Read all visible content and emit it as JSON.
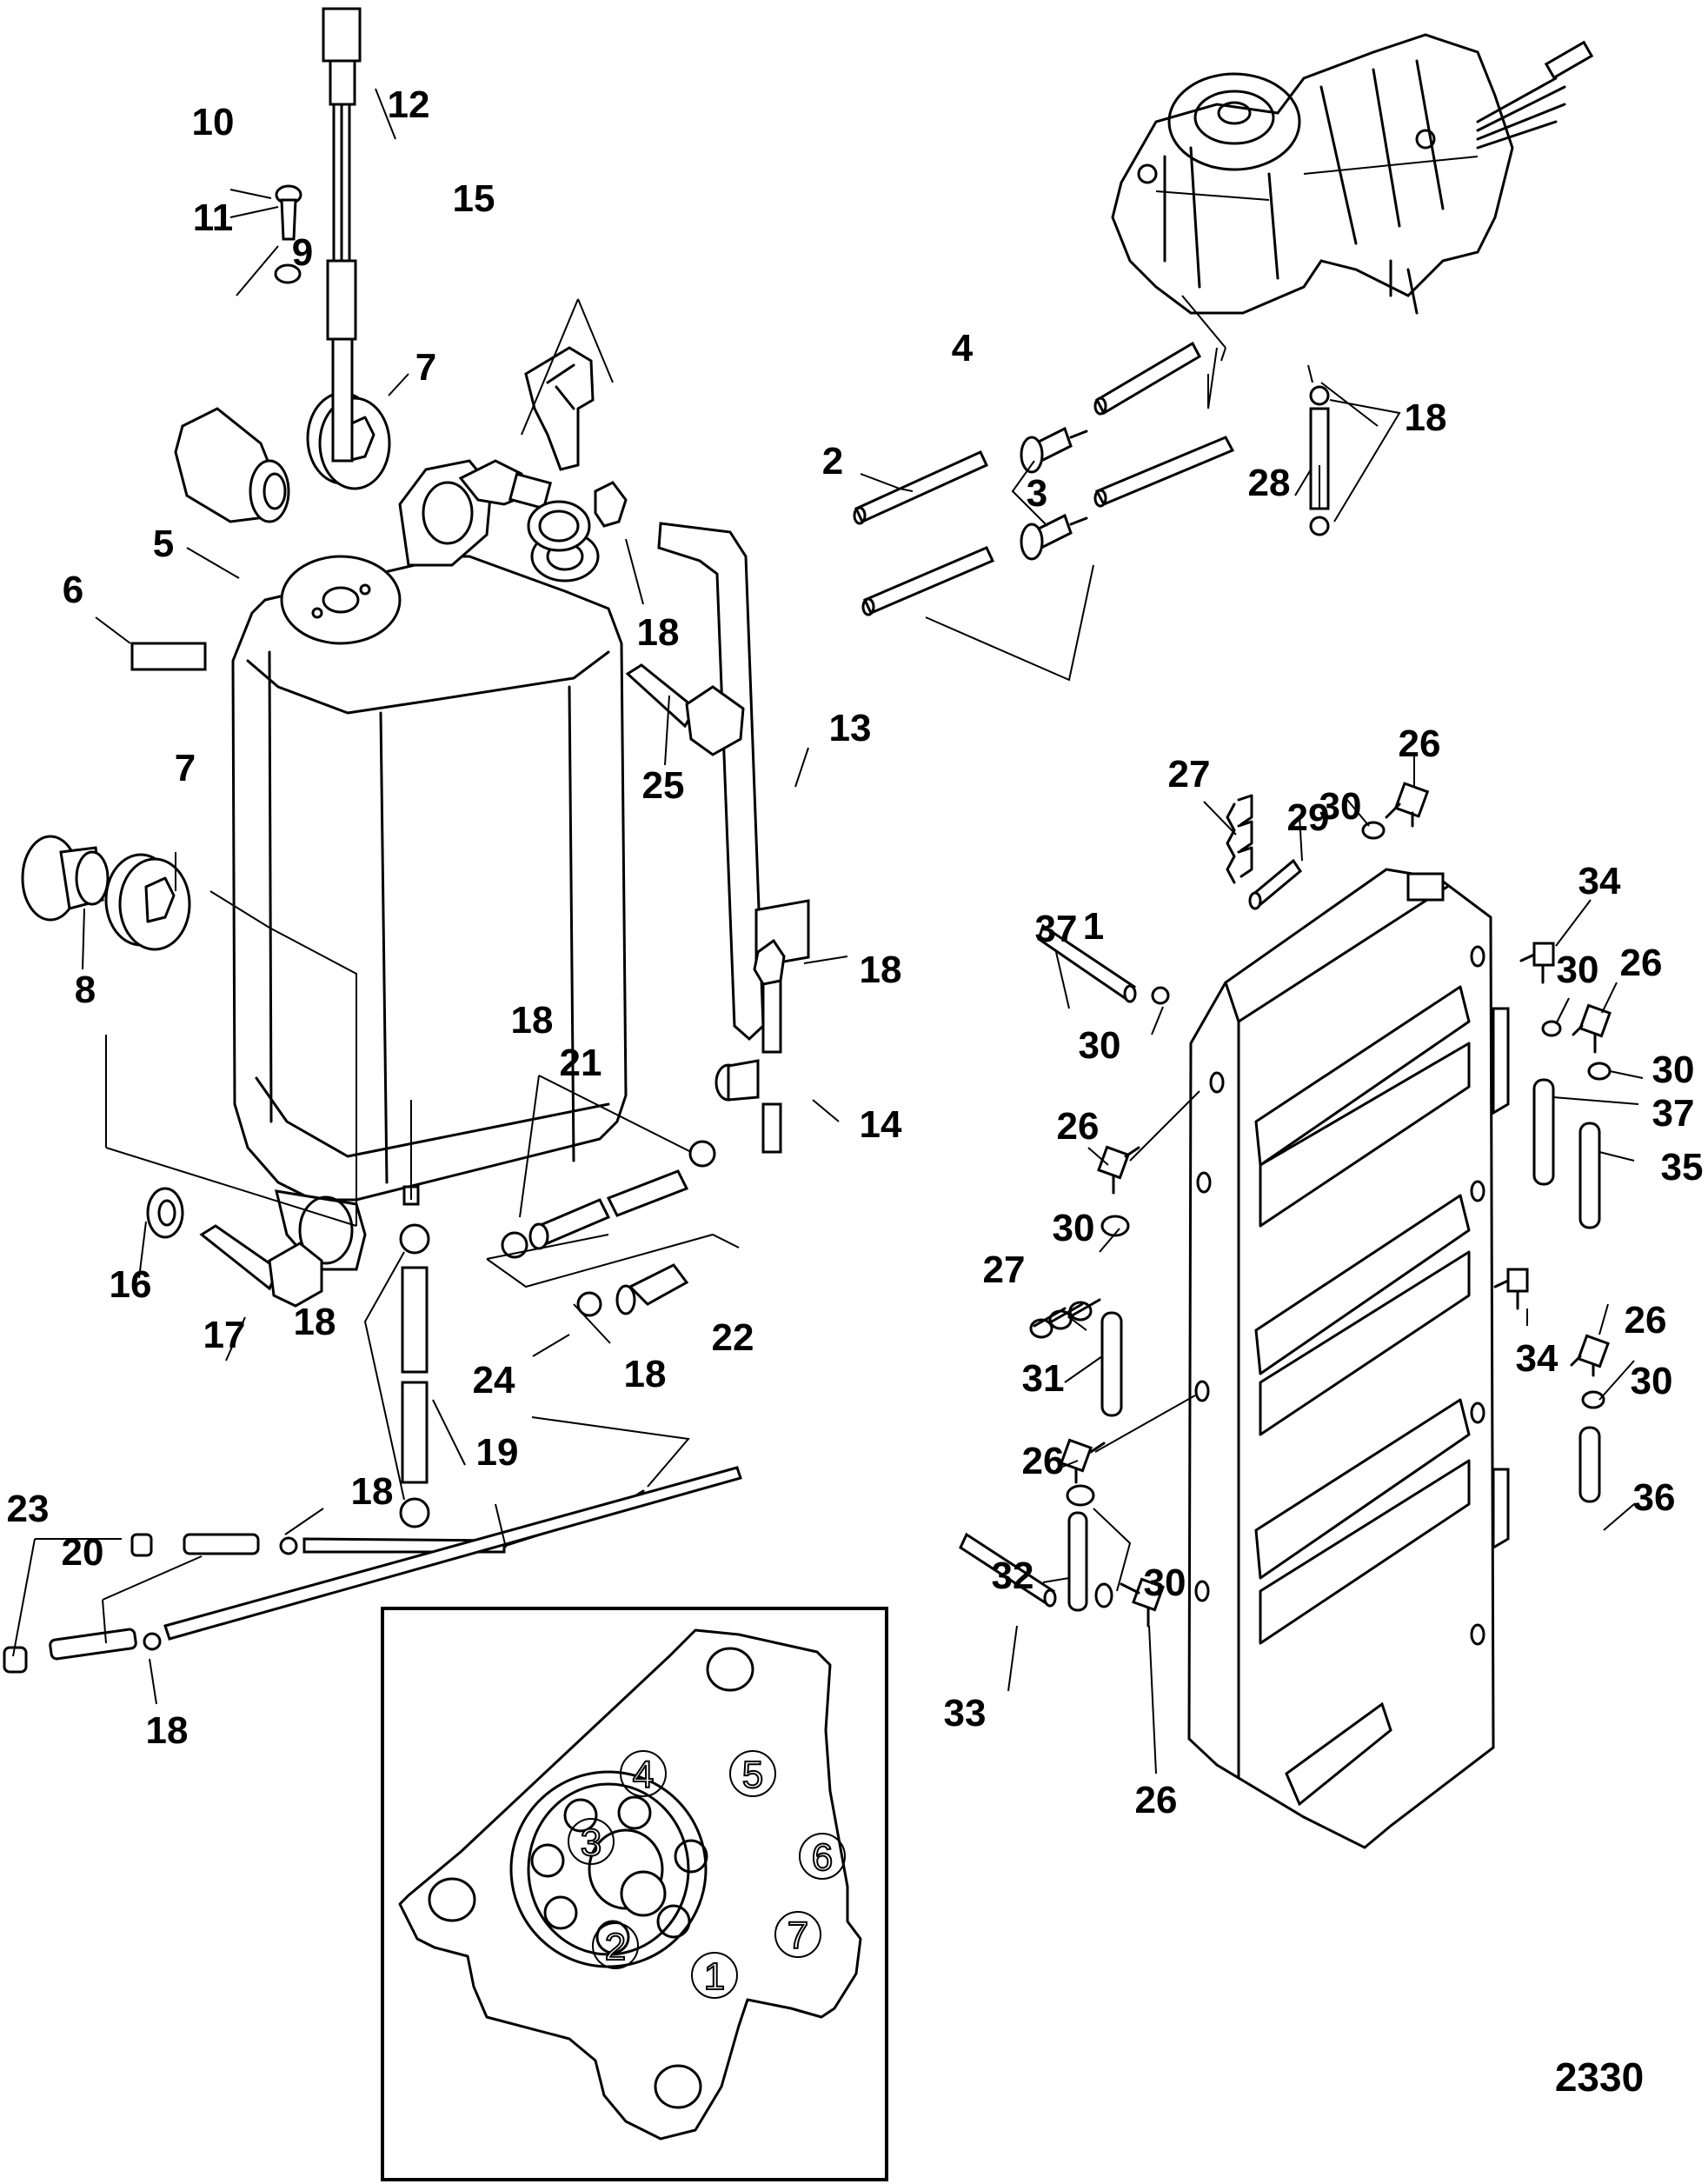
{
  "diagram": {
    "type": "exploded-parts-diagram",
    "figure_number": "2330",
    "callouts": {
      "c1": "1",
      "c2": "2",
      "c3": "3",
      "c4": "4",
      "c5": "5",
      "c6": "6",
      "c7a": "7",
      "c7b": "7",
      "c8": "8",
      "c9": "9",
      "c10": "10",
      "c11": "11",
      "c12": "12",
      "c13": "13",
      "c14": "14",
      "c15": "15",
      "c16": "16",
      "c17": "17",
      "c18a": "18",
      "c18b": "18",
      "c18c": "18",
      "c18d": "18",
      "c18e": "18",
      "c18f": "18",
      "c18g": "18",
      "c18h": "18",
      "c19": "19",
      "c20": "20",
      "c21": "21",
      "c22": "22",
      "c23": "23",
      "c24": "24",
      "c25": "25",
      "c26a": "26",
      "c26b": "26",
      "c26c": "26",
      "c26d": "26",
      "c26e": "26",
      "c26f": "26",
      "c27a": "27",
      "c27b": "27",
      "c28": "28",
      "c29": "29",
      "c30a": "30",
      "c30b": "30",
      "c30c": "30",
      "c30d": "30",
      "c30e": "30",
      "c30f": "30",
      "c30g": "30",
      "c31": "31",
      "c32": "32",
      "c33": "33",
      "c34a": "34",
      "c34b": "34",
      "c35": "35",
      "c36": "36",
      "c37a": "37",
      "c37b": "37"
    },
    "inset": {
      "port_labels": [
        "1",
        "2",
        "3",
        "4",
        "5",
        "6",
        "7"
      ]
    }
  }
}
